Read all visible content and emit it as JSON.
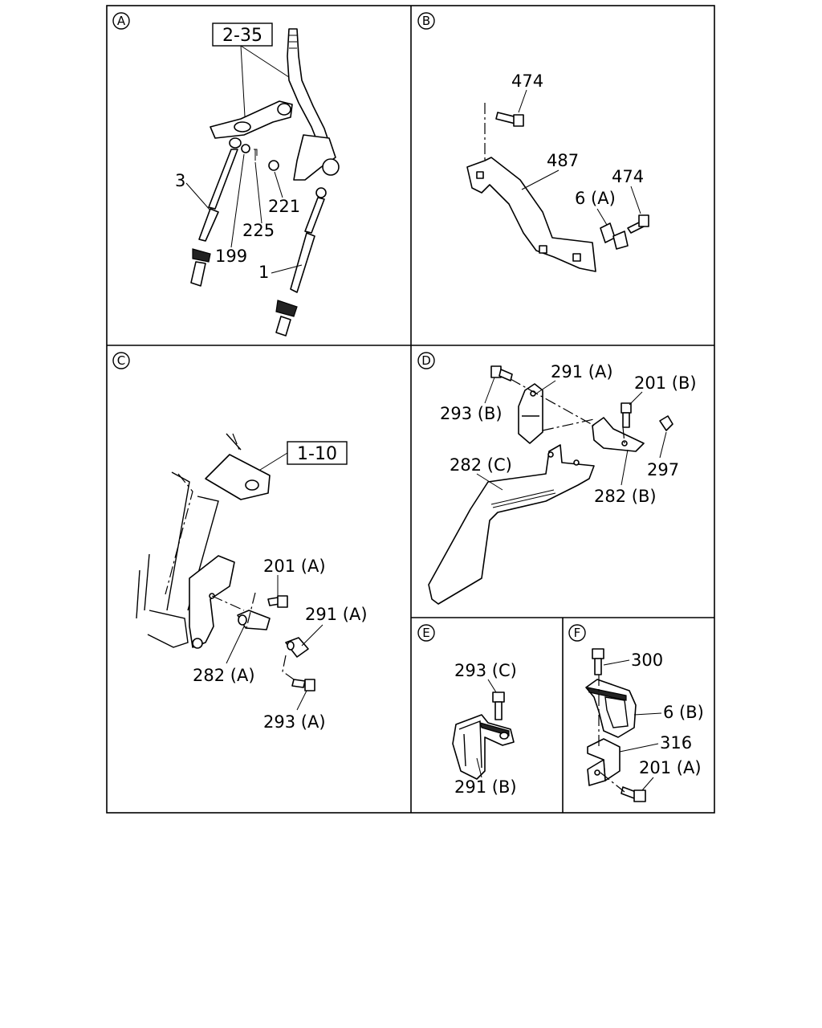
{
  "panels": {
    "a": {
      "marker": "A",
      "ref_box": "2-35",
      "labels": {
        "p3": "3",
        "p199": "199",
        "p225": "225",
        "p221": "221",
        "p1": "1"
      }
    },
    "b": {
      "marker": "B",
      "labels": {
        "p474_top": "474",
        "p487": "487",
        "p474_right": "474",
        "p6a": "6 (A)"
      }
    },
    "c": {
      "marker": "C",
      "ref_box": "1-10",
      "labels": {
        "p201a": "201 (A)",
        "p291a": "291 (A)",
        "p282a": "282 (A)",
        "p293a": "293 (A)"
      }
    },
    "d": {
      "marker": "D",
      "labels": {
        "p291a": "291 (A)",
        "p201b": "201 (B)",
        "p293b": "293 (B)",
        "p282c": "282 (C)",
        "p297": "297",
        "p282b": "282 (B)"
      }
    },
    "e": {
      "marker": "E",
      "labels": {
        "p293c": "293 (C)",
        "p291b": "291 (B)"
      }
    },
    "f": {
      "marker": "F",
      "labels": {
        "p300": "300",
        "p6b": "6 (B)",
        "p316": "316",
        "p201a": "201 (A)"
      }
    }
  }
}
